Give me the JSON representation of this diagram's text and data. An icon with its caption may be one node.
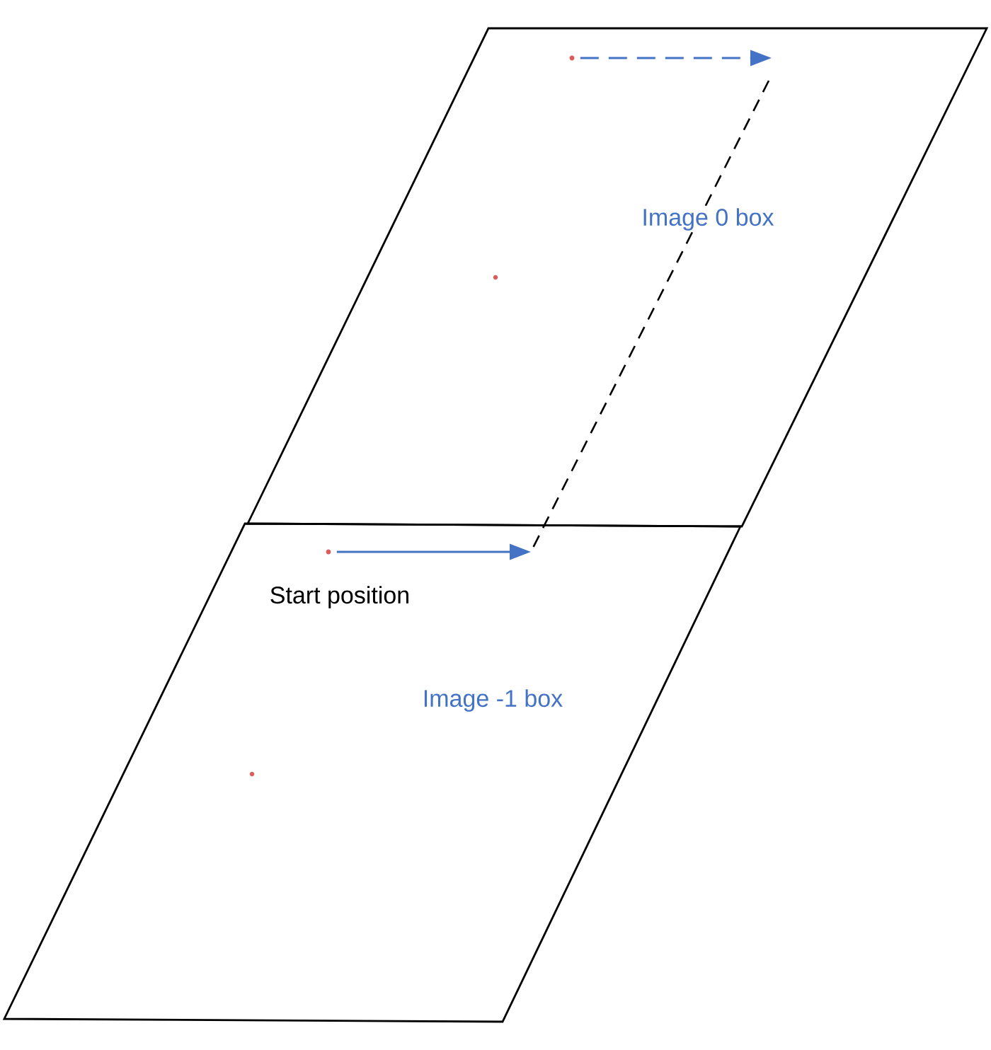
{
  "diagram": {
    "nodes": [
      {
        "text": [
          "Image 0 box"
        ]
      },
      {
        "text": [],
        "shape": "circle",
        "in": 0
      },
      {
        "text": [
          "Image -1 box"
        ]
      },
      {
        "text": [],
        "shape": "circle",
        "in": 2,
        "beside": [
          "Start position"
        ]
      }
    ],
    "edges": [
      {
        "from": 1,
        "to": null,
        "arrow": "to",
        "style": "dashed"
      },
      {
        "from": 3,
        "to": null,
        "arrow": "to"
      }
    ]
  }
}
